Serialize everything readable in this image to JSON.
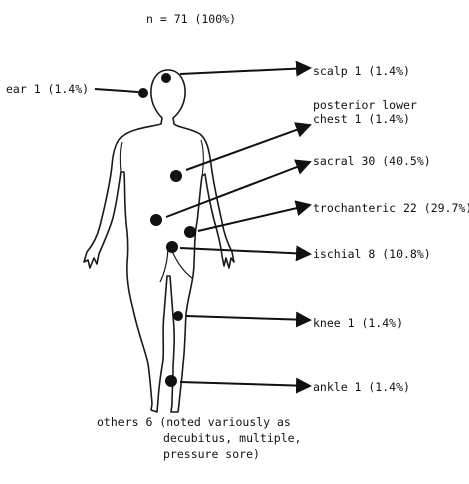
{
  "title": "n = 71 (100%)",
  "sites": {
    "scalp": "scalp 1 (1.4%)",
    "ear": "ear 1 (1.4%)",
    "chest_line1": "posterior lower",
    "chest_line2": "chest 1 (1.4%)",
    "sacral": "sacral 30 (40.5%)",
    "trochanteric": "trochanteric 22 (29.7%)",
    "ischial": "ischial 8 (10.8%)",
    "knee": "knee 1 (1.4%)",
    "ankle": "ankle 1 (1.4%)"
  },
  "others": {
    "line1": "others 6 (noted variously as",
    "line2": "decubitus, multiple,",
    "line3": "pressure sore)"
  }
}
